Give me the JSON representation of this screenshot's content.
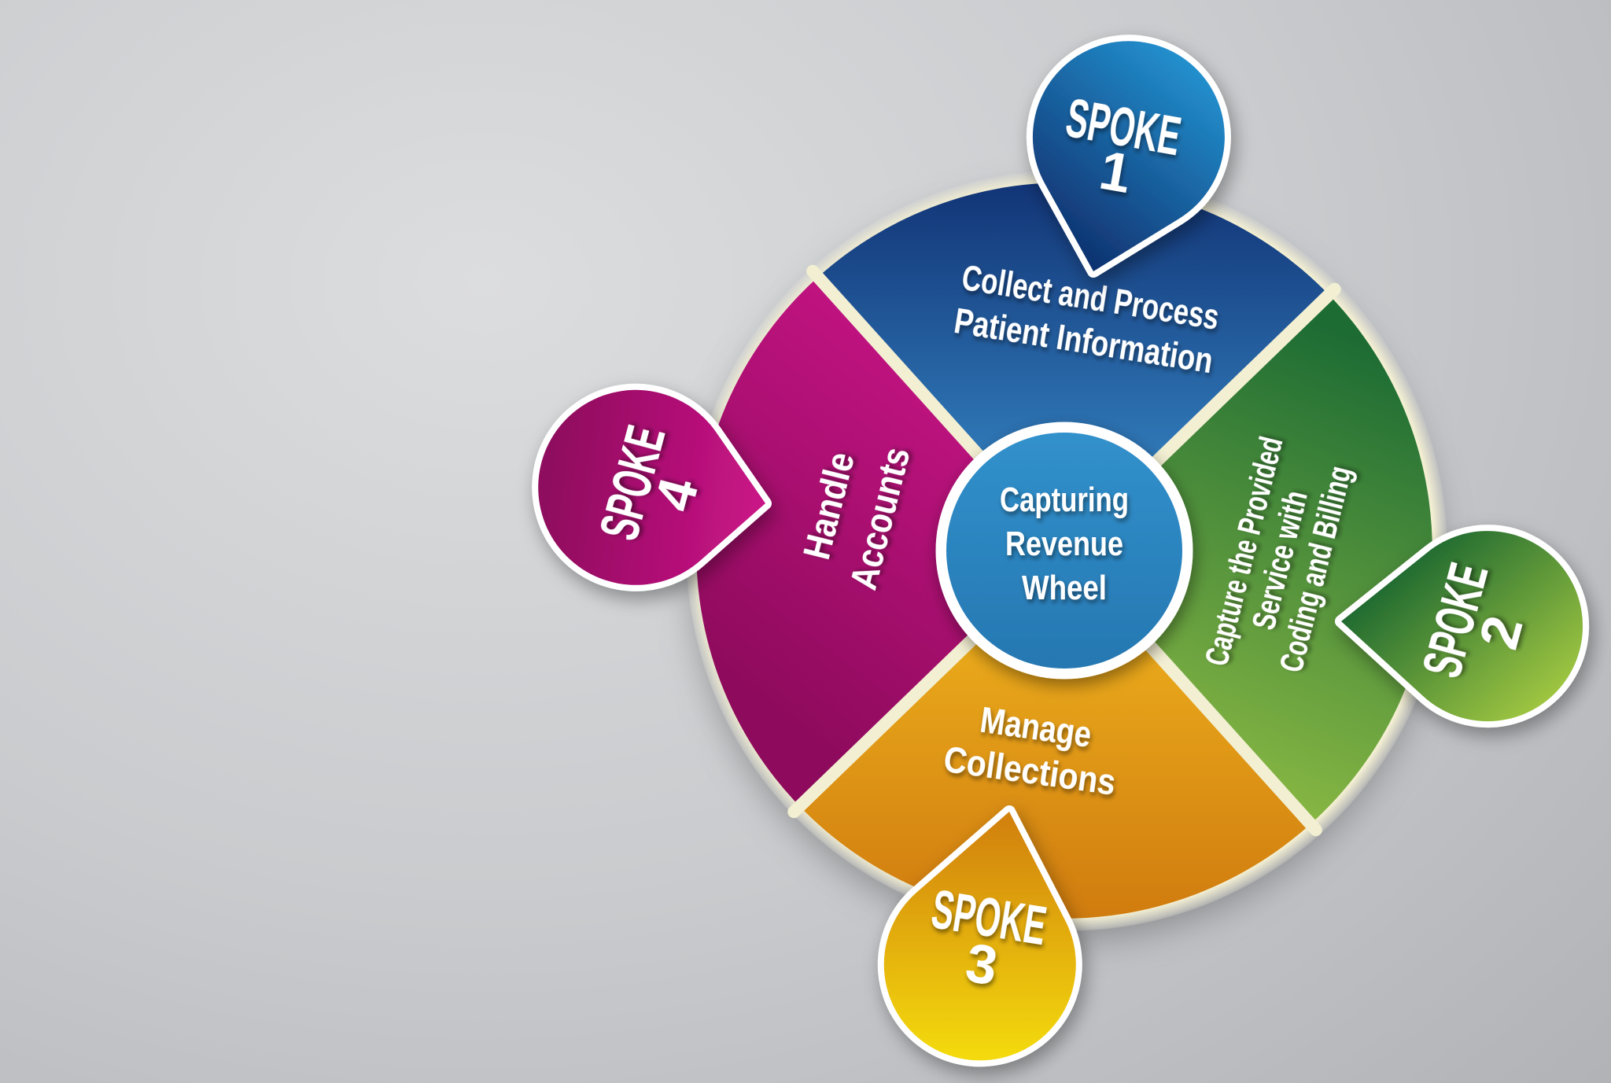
{
  "title": "Capturing Revenue Wheel",
  "hub": {
    "line1": "Capturing",
    "line2": "Revenue",
    "line3": "Wheel"
  },
  "segments": {
    "top": {
      "name": "Collect and Process Patient Information",
      "line1": "Collect and Process",
      "line2": "Patient Information",
      "color_dark": "#123577",
      "color_light": "#3b93d1"
    },
    "right": {
      "name": "Capture the Provided Service with Coding and Billing",
      "line1": "Capture the Provided",
      "line2": "Service with",
      "line3": "Coding and Billing",
      "color_dark": "#1d6c34",
      "color_light": "#93bf45"
    },
    "bottom": {
      "name": "Manage Collections",
      "line1": "Manage",
      "line2": "Collections",
      "color_dark": "#cf7a0e",
      "color_light": "#eeb11d"
    },
    "left": {
      "name": "Handle Accounts",
      "line1": "Handle",
      "line2": "Accounts",
      "color_dark": "#8d0a5c",
      "color_light": "#c01380"
    }
  },
  "spokes": {
    "spoke1": {
      "word": "SPOKE",
      "number": "1",
      "color_dark": "#0f3270",
      "color_light": "#2391cf"
    },
    "spoke2": {
      "word": "SPOKE",
      "number": "2",
      "color_dark": "#1a6630",
      "color_light": "#a6cb42"
    },
    "spoke3": {
      "word": "SPOKE",
      "number": "3",
      "color_dark": "#d2820d",
      "color_light": "#f3d908"
    },
    "spoke4": {
      "word": "SPOKE",
      "number": "4",
      "color_dark": "#8f0a5e",
      "color_light": "#c91486"
    }
  },
  "colors": {
    "gap_cream": "#f3efd3",
    "hub_light": "#3191cc",
    "hub_dark": "#2677b1",
    "label_text": "#ffffff",
    "background_gray": "#c9cbce"
  }
}
